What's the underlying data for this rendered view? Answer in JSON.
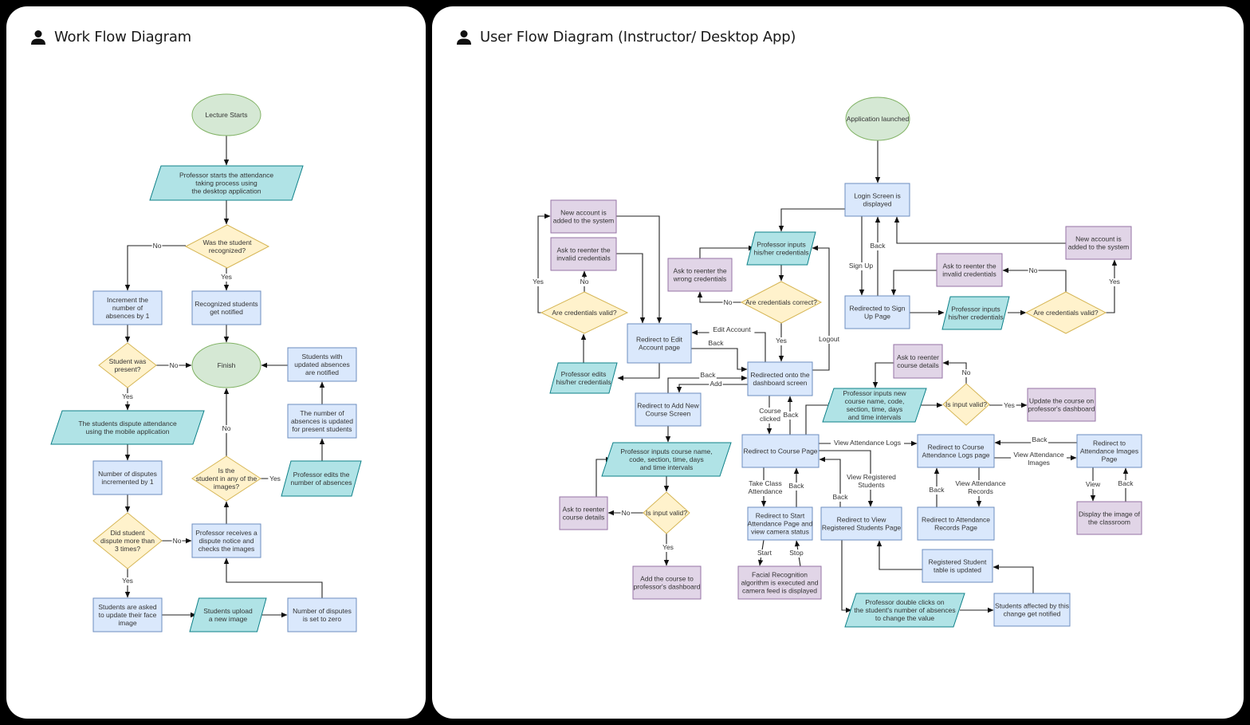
{
  "colors": {
    "terminal_fill": "#d5e8d4",
    "terminal_stroke": "#82b366",
    "process_fill": "#dae8fc",
    "process_stroke": "#6c8ebf",
    "io_fill": "#b0e3e6",
    "io_stroke": "#0e8088",
    "decision_fill": "#fff2cc",
    "decision_stroke": "#d6b656",
    "alt_fill": "#e1d5e7",
    "alt_stroke": "#9673a6"
  },
  "left": {
    "title": "Work Flow Diagram",
    "icon": "person-icon",
    "nodes": [
      {
        "id": "lecture_starts",
        "type": "terminal",
        "text": [
          "Lecture Starts"
        ]
      },
      {
        "id": "prof_starts",
        "type": "io",
        "text": [
          "Professor starts the attendance",
          "taking process using",
          "the desktop application"
        ]
      },
      {
        "id": "recognized_q",
        "type": "decision",
        "text": [
          "Was the student",
          "recognized?"
        ]
      },
      {
        "id": "increment_abs",
        "type": "process",
        "text": [
          "Increment the",
          "number of",
          "absences by 1"
        ]
      },
      {
        "id": "recognized_notified",
        "type": "process",
        "text": [
          "Recognized students",
          "get notified"
        ]
      },
      {
        "id": "present_q",
        "type": "decision",
        "text": [
          "Student was",
          "present?"
        ]
      },
      {
        "id": "finish",
        "type": "terminal",
        "text": [
          "Finish"
        ]
      },
      {
        "id": "updated_notified",
        "type": "process",
        "text": [
          "Students with",
          "updated absences",
          "are notified"
        ]
      },
      {
        "id": "dispute_mobile",
        "type": "io",
        "text": [
          "The students dispute attendance",
          "using the mobile application"
        ]
      },
      {
        "id": "abs_updated",
        "type": "process",
        "text": [
          "The number of",
          "absences is updated",
          "for present students"
        ]
      },
      {
        "id": "in_images_q",
        "type": "decision",
        "text": [
          "Is the",
          "student in any of the",
          "images?"
        ]
      },
      {
        "id": "prof_edits_abs",
        "type": "io",
        "text": [
          "Professor edits the",
          "number of absences"
        ]
      },
      {
        "id": "disputes_inc",
        "type": "process",
        "text": [
          "Number of disputes",
          "incremented by 1"
        ]
      },
      {
        "id": "dispute3_q",
        "type": "decision",
        "text": [
          "Did student",
          "dispute more than",
          "3 times?"
        ]
      },
      {
        "id": "prof_receives",
        "type": "process",
        "text": [
          "Professor receives a",
          "dispute notice and",
          "checks the images"
        ]
      },
      {
        "id": "asked_update",
        "type": "process",
        "text": [
          "Students are asked",
          "to update their face",
          "image"
        ]
      },
      {
        "id": "upload_image",
        "type": "io",
        "text": [
          "Students upload",
          "a new image"
        ]
      },
      {
        "id": "disputes_zero",
        "type": "process",
        "text": [
          "Number of disputes",
          "is set to zero"
        ]
      }
    ],
    "edge_labels": [
      "No",
      "Yes",
      "No",
      "Yes",
      "No",
      "Yes",
      "No",
      "Yes"
    ]
  },
  "right": {
    "title": "User Flow Diagram (Instructor/ Desktop App)",
    "icon": "person-icon",
    "nodes": [
      {
        "id": "app_launched",
        "type": "terminal",
        "text": [
          "Application launched"
        ]
      },
      {
        "id": "login_screen",
        "type": "process",
        "text": [
          "Login Screen is",
          "displayed"
        ]
      },
      {
        "id": "new_acc_left",
        "type": "alt",
        "text": [
          "New account is",
          "added to the system"
        ]
      },
      {
        "id": "ask_invalid_left",
        "type": "alt",
        "text": [
          "Ask to reenter the",
          "invalid credentials"
        ]
      },
      {
        "id": "valid_q_left",
        "type": "decision",
        "text": [
          "Are credentials valid?"
        ]
      },
      {
        "id": "prof_edits_cred",
        "type": "io",
        "text": [
          "Professor edits",
          "his/her credentials"
        ]
      },
      {
        "id": "edit_account",
        "type": "process",
        "text": [
          "Redirect to Edit",
          "Account page"
        ]
      },
      {
        "id": "prof_inputs_cred",
        "type": "io",
        "text": [
          "Professor inputs",
          "his/her credentials"
        ]
      },
      {
        "id": "ask_wrong",
        "type": "alt",
        "text": [
          "Ask to reenter the",
          "wrong credentials"
        ]
      },
      {
        "id": "correct_q",
        "type": "decision",
        "text": [
          "Are credentials correct?"
        ]
      },
      {
        "id": "dashboard",
        "type": "process",
        "text": [
          "Redirected onto the",
          "dashboard screen"
        ]
      },
      {
        "id": "sign_up",
        "type": "process",
        "text": [
          "Redirected to Sign",
          "Up Page"
        ]
      },
      {
        "id": "prof_inputs_cred2",
        "type": "io",
        "text": [
          "Professor inputs",
          "his/her credentials"
        ]
      },
      {
        "id": "valid_q_right",
        "type": "decision",
        "text": [
          "Are credentials valid?"
        ]
      },
      {
        "id": "ask_invalid_right",
        "type": "alt",
        "text": [
          "Ask to reenter the",
          "invalid credentials"
        ]
      },
      {
        "id": "new_acc_right",
        "type": "alt",
        "text": [
          "New account is",
          "added to the system"
        ]
      },
      {
        "id": "add_course_screen",
        "type": "process",
        "text": [
          "Redirect to Add New",
          "Course Screen"
        ]
      },
      {
        "id": "prof_inputs_course",
        "type": "io",
        "text": [
          "Professor inputs course name,",
          "code, section, time, days",
          "and time intervals"
        ]
      },
      {
        "id": "input_valid_q1",
        "type": "decision",
        "text": [
          "Is input valid?"
        ]
      },
      {
        "id": "ask_course1",
        "type": "alt",
        "text": [
          "Ask to reenter",
          "course details"
        ]
      },
      {
        "id": "add_course_dash",
        "type": "alt",
        "text": [
          "Add the course to",
          "professor's dashboard"
        ]
      },
      {
        "id": "course_page",
        "type": "process",
        "text": [
          "Redirect to Course Page"
        ]
      },
      {
        "id": "prof_inputs_new_course",
        "type": "io",
        "text": [
          "Professor inputs new",
          "course name, code,",
          "section, time, days",
          "and time intervals"
        ]
      },
      {
        "id": "ask_course2",
        "type": "alt",
        "text": [
          "Ask to reenter",
          "course details"
        ]
      },
      {
        "id": "input_valid_q2",
        "type": "decision",
        "text": [
          "Is input valid?"
        ]
      },
      {
        "id": "update_course",
        "type": "alt",
        "text": [
          "Update the course on",
          "professor's dashboard"
        ]
      },
      {
        "id": "start_attendance",
        "type": "process",
        "text": [
          "Redirect to Start",
          "Attendance Page and",
          "view camera status"
        ]
      },
      {
        "id": "facial_rec",
        "type": "alt",
        "text": [
          "Facial Recognition",
          "algorithm is executed and",
          "camera feed is displayed"
        ]
      },
      {
        "id": "view_registered",
        "type": "process",
        "text": [
          "Redirect to View",
          "Registered Students Page"
        ]
      },
      {
        "id": "attendance_logs",
        "type": "process",
        "text": [
          "Redirect to Course",
          "Attendance Logs page"
        ]
      },
      {
        "id": "attendance_records",
        "type": "process",
        "text": [
          "Redirect to Attendance",
          "Records Page"
        ]
      },
      {
        "id": "attendance_images",
        "type": "process",
        "text": [
          "Redirect to",
          "Attendance Images",
          "Page"
        ]
      },
      {
        "id": "display_image",
        "type": "alt",
        "text": [
          "Display the image of",
          "the classroom"
        ]
      },
      {
        "id": "reg_table_updated",
        "type": "process",
        "text": [
          "Registered Student",
          "table is updated"
        ]
      },
      {
        "id": "prof_double_clicks",
        "type": "io",
        "text": [
          "Professor double clicks on",
          "the student's number of absences",
          "to change the value"
        ]
      },
      {
        "id": "students_affected",
        "type": "process",
        "text": [
          "Students affected by this",
          "change get notified"
        ]
      }
    ],
    "edge_labels": {
      "sign_up": "Sign Up",
      "back": "Back",
      "no": "No",
      "yes": "Yes",
      "edit_account": "Edit Account",
      "logout": "Logout",
      "add": "Add",
      "course_clicked": [
        "Course",
        "clicked"
      ],
      "view_attendance_logs": "View Attendance Logs",
      "view_registered": [
        "View Registered",
        "Students"
      ],
      "take_class": [
        "Take Class",
        "Attendance"
      ],
      "start": "Start",
      "stop": "Stop",
      "view_att_images": [
        "View Attendance",
        "Images"
      ],
      "view_att_records": [
        "View Attendance",
        "Records"
      ],
      "view": "View"
    }
  }
}
